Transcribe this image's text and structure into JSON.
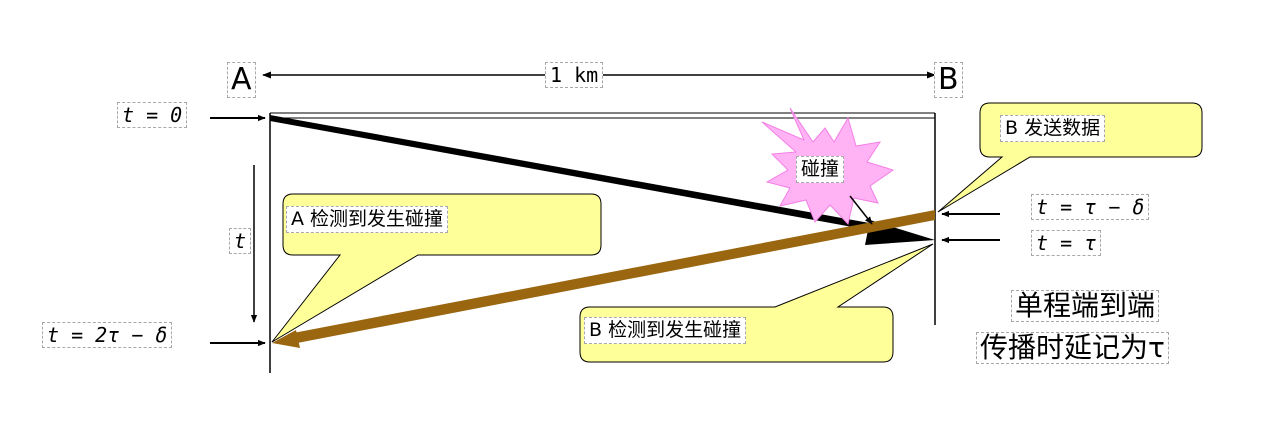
{
  "node_a": "A",
  "node_b": "B",
  "distance": "1 km",
  "times": {
    "t0": "t = 0",
    "t_dur": "t",
    "t_2tau": "t = 2τ − δ",
    "t_tau_minus": "t = τ − δ",
    "t_tau": "t = τ"
  },
  "callouts": {
    "b_sends": "B 发送数据",
    "collision": "碰撞",
    "a_detects": "A 检测到发生碰撞",
    "b_detects": "B 检测到发生碰撞"
  },
  "note": {
    "line1": "单程端到端",
    "line2": "传播时延记为τ"
  },
  "colors": {
    "a_signal": "#000000",
    "b_signal": "#9a6610",
    "callout_fill": "#ffff99",
    "burst_fill": "#ffb3f5"
  }
}
